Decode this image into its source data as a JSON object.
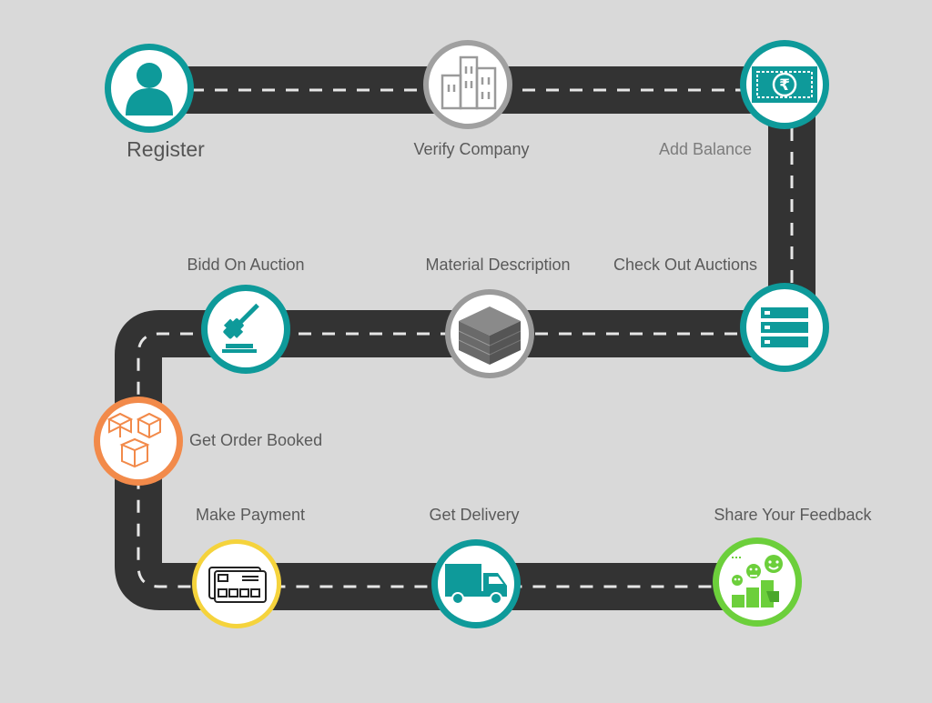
{
  "steps": [
    {
      "label": "Register",
      "icon": "user-icon",
      "ring_color": "#0e9a9a"
    },
    {
      "label": "Verify Company",
      "icon": "building-icon",
      "ring_color": "#9a9a9a"
    },
    {
      "label": "Add Balance",
      "icon": "rupee-note-icon",
      "ring_color": "#0e9a9a"
    },
    {
      "label": "Check Out Auctions",
      "icon": "list-icon",
      "ring_color": "#0e9a9a"
    },
    {
      "label": "Material Description",
      "icon": "material-stack-icon",
      "ring_color": "#9a9a9a"
    },
    {
      "label": "Bidd On Auction",
      "icon": "gavel-icon",
      "ring_color": "#0e9a9a"
    },
    {
      "label": "Get Order Booked",
      "icon": "boxes-icon",
      "ring_color": "#f28a4a"
    },
    {
      "label": "Make Payment",
      "icon": "credit-card-icon",
      "ring_color": "#f5d33c"
    },
    {
      "label": "Get Delivery",
      "icon": "truck-icon",
      "ring_color": "#0e9a9a"
    },
    {
      "label": "Share Your Feedback",
      "icon": "feedback-icon",
      "ring_color": "#6ccf3b"
    }
  ],
  "colors": {
    "background": "#d9d9d9",
    "road": "#333333",
    "road_dash": "#e6e6e6",
    "teal": "#0e9a9a",
    "orange": "#f28a4a",
    "yellow": "#f5d33c",
    "green": "#6ccf3b",
    "grey_ring": "#9a9a9a"
  }
}
